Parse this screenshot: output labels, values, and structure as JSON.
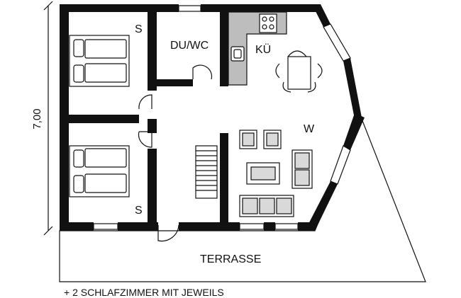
{
  "dimension": {
    "height": "7,00"
  },
  "rooms": {
    "bedroom_top": "S",
    "bathroom": "DU/WC",
    "kitchen": "KÜ",
    "living": "W",
    "bedroom_bottom": "S",
    "terrace": "TERRASSE"
  },
  "caption": "+ 2 SCHLAFZIMMER MIT JEWEILS"
}
